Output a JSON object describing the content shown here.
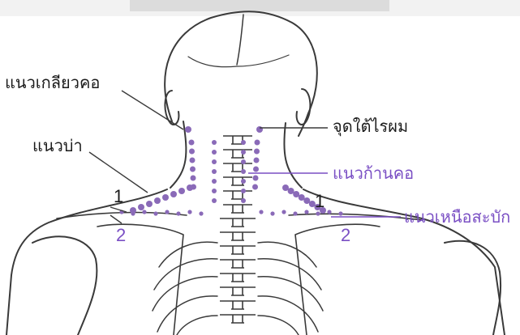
{
  "labels": {
    "scm_line": "แนวเกลียวคอ",
    "shoulder_line": "แนวบ่า",
    "hairline_point": "จุดใต้ไรผม",
    "neck_stem_line": "แนวก้านคอ",
    "suprascapular_line": "แนวเหนือสะบัก"
  },
  "markers": {
    "one_left": "1",
    "one_right": "1",
    "two_left": "2",
    "two_right": "2"
  },
  "colors": {
    "ink": "#3a3a3a",
    "dot": "#8a6ab8",
    "accent": "#7a4fc4",
    "paper": "#ffffff"
  }
}
